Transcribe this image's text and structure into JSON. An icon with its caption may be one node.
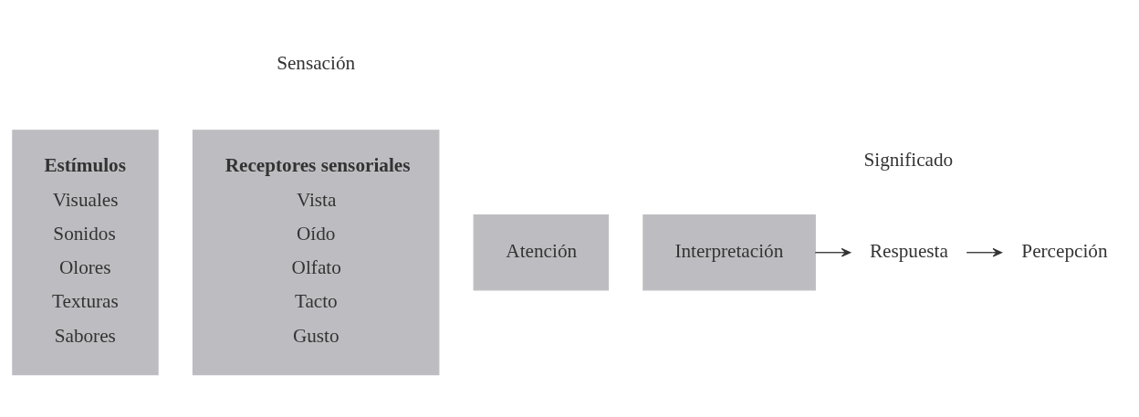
{
  "diagram": {
    "nodes": [
      {
        "text": [
          "Estímulos",
          "Visuales",
          "Sonidos",
          "Olores",
          "Texturas",
          "Sabores"
        ]
      },
      {
        "text": [
          "Receptores sensoriales",
          "Vista",
          "Oído",
          "Olfato",
          "Tacto",
          "Gusto"
        ]
      },
      {
        "text": [
          "Atención"
        ]
      },
      {
        "text": [
          "Interpretación"
        ]
      },
      {
        "text": [
          "Respuesta"
        ]
      },
      {
        "text": [
          "Percepción"
        ]
      }
    ],
    "edges": [
      {
        "from": 3,
        "to": 4,
        "arrow": "to"
      },
      {
        "from": 4,
        "to": 5,
        "arrow": "to"
      }
    ],
    "labels": [
      "Sensación",
      "Significado"
    ]
  }
}
